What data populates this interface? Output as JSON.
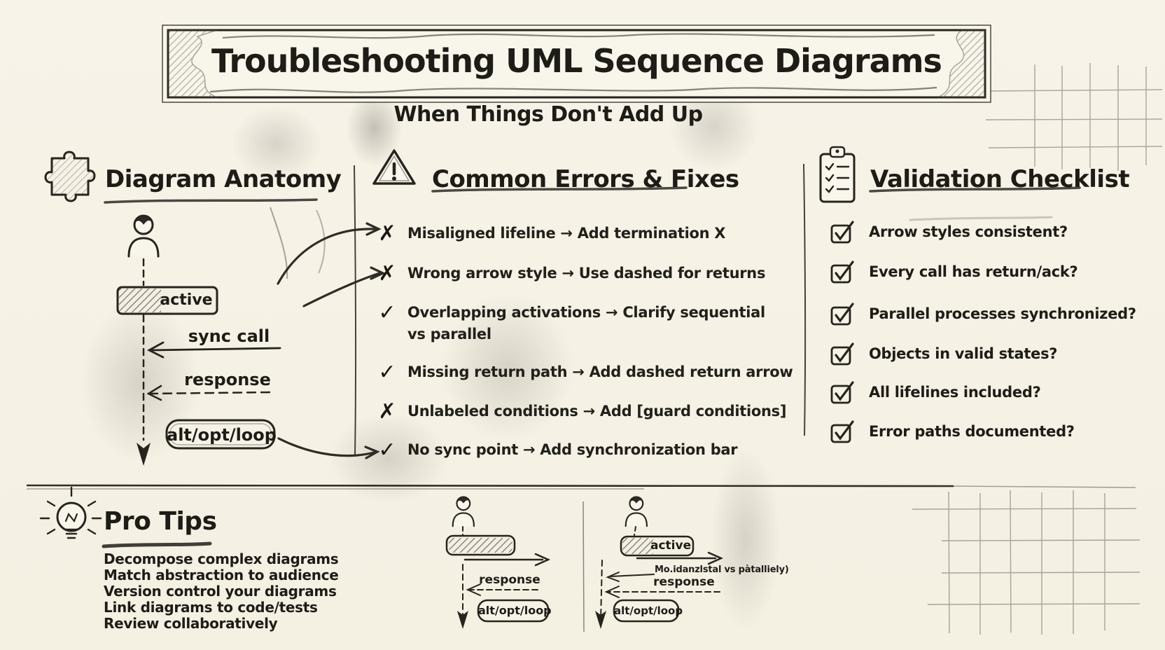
{
  "title": {
    "main": "Troubleshooting UML Sequence Diagrams",
    "subtitle": "When Things Don't Add Up"
  },
  "sections": {
    "anatomy": {
      "heading": "Diagram Anatomy"
    },
    "errors": {
      "heading": "Common Errors & Fixes",
      "items": [
        {
          "mark": "✗",
          "text": "Misaligned lifeline → Add termination X"
        },
        {
          "mark": "✗",
          "text": "Wrong arrow style → Use dashed for returns"
        },
        {
          "mark": "✓",
          "text": "Overlapping activations → Clarify sequential",
          "text2": "vs parallel"
        },
        {
          "mark": "✓",
          "text": "Missing return path → Add dashed return arrow"
        },
        {
          "mark": "✗",
          "text": "Unlabeled conditions → Add [guard conditions]"
        },
        {
          "mark": "✓",
          "text": "No sync point → Add synchronization bar"
        }
      ]
    },
    "checklist": {
      "heading": "Validation Checklist",
      "items": [
        "Arrow styles consistent?",
        "Every call has return/ack?",
        "Parallel processes synchronized?",
        "Objects in valid states?",
        "All lifelines included?",
        "Error paths documented?"
      ]
    },
    "protips": {
      "heading": "Pro Tips",
      "items": [
        "Decompose complex diagrams",
        "Match abstraction to audience",
        "Version control your diagrams",
        "Link diagrams to code/tests",
        "Review collaboratively"
      ]
    }
  },
  "anatomy_diagram": {
    "active": "active",
    "sync_call": "sync call",
    "response": "response",
    "fragment": "alt/opt/loop"
  },
  "mini_diagrams": {
    "left": {
      "response": "response",
      "fragment": "alt/opt/loop"
    },
    "right": {
      "active": "active",
      "annotation": "Mo.idanzlstal vs pàtalliely)",
      "response": "response",
      "fragment": "alt/opt/loop"
    }
  },
  "colors": {
    "background": "#f6f2e6",
    "ink": "#26241e",
    "pencil": "#8d8a7f"
  }
}
